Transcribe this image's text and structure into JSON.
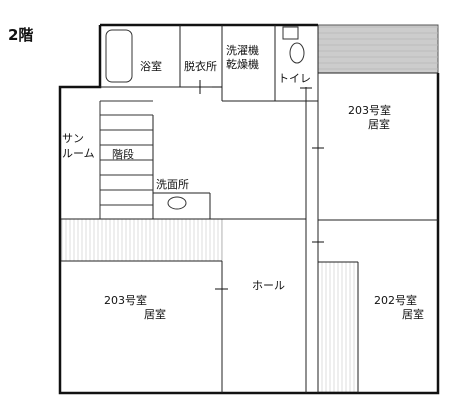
{
  "floor_label": "2階",
  "rooms": {
    "bath": "浴室",
    "dressing": "脱衣所",
    "laundry_line1": "洗濯機",
    "laundry_line2": "乾燥機",
    "toilet": "トイレ",
    "room203_top_line1": "203号室",
    "room203_top_line2": "居室",
    "sunroom_line1": "サン",
    "sunroom_line2": "ルーム",
    "stairs": "階段",
    "washroom": "洗面所",
    "hall": "ホール",
    "room203_bottom_line1": "203号室",
    "room203_bottom_line2": "居室",
    "room202_line1": "202号室",
    "room202_line2": "居室"
  }
}
